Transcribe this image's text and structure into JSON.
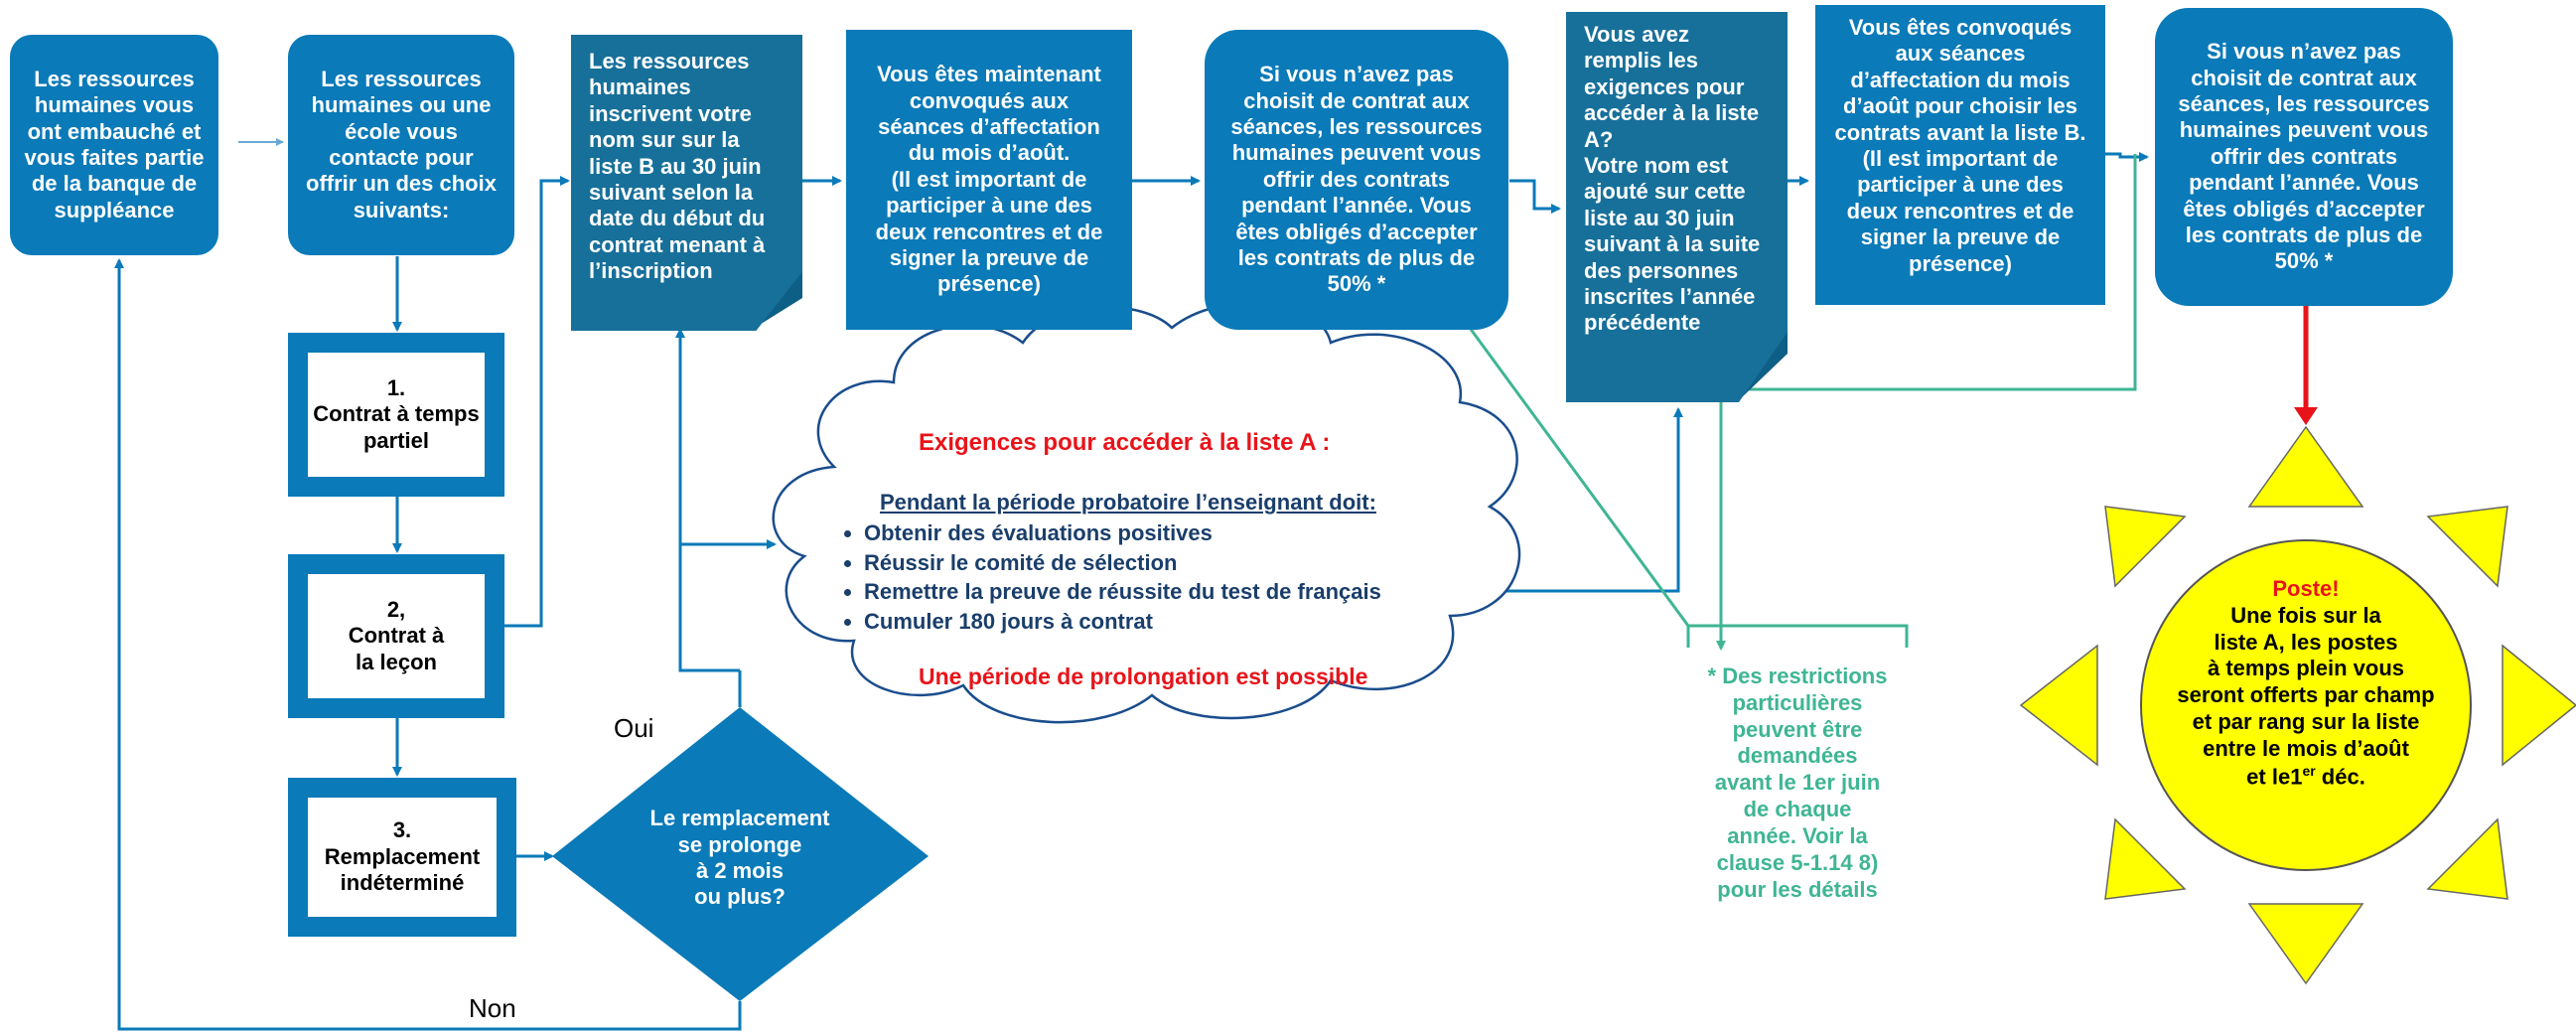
{
  "steps": {
    "s1": "Les ressources\nhumaines vous\nont embauché et\nvous faites partie\nde la banque de\nsuppléance",
    "s2": "Les ressources\nhumaines ou une\nécole vous\ncontacte pour\noffrir un des choix\nsuivants:",
    "s3": "Les ressources\nhumaines\ninscrivent votre\nnom sur sur la\nliste B au 30 juin\nsuivant selon la\ndate du début du\ncontrat menant à\nl’inscription",
    "s4": "Vous êtes maintenant\nconvoqués aux\nséances d’affectation\ndu mois d’août.\n(Il est important de\nparticiper à une des\ndeux rencontres et de\nsigner la preuve de\nprésence)",
    "s5": "Si vous n’avez pas\nchoisit de contrat aux\nséances, les ressources\nhumaines peuvent vous\noffrir des contrats\npendant l’année. Vous\nêtes obligés d’accepter\nles contrats de plus de\n50% *",
    "s6": "Vous avez\nremplis les\nexigences pour\naccéder à la liste\nA?\nVotre nom est\najouté sur cette\nliste  au 30 juin\nsuivant à la suite\ndes personnes\ninscrites l’année\nprécédente",
    "s7": "Vous êtes convoqués\naux séances\nd’affectation du mois\nd’août  pour choisir les\ncontrats avant la liste B.\n(Il est important de\nparticiper à une des\ndeux rencontres et de\nsigner la preuve de\nprésence)",
    "s8": "Si vous n’avez pas\nchoisit de contrat aux\nséances, les ressources\nhumaines peuvent vous\noffrir des contrats\npendant l’année. Vous\nêtes obligés d’accepter\nles contrats de plus de\n50% *"
  },
  "choices": {
    "c1": "1.\nContrat à temps\npartiel",
    "c2": "2,\nContrat à\nla leçon",
    "c3": "3.\nRemplacement\nindéterminé"
  },
  "decision": {
    "question": "Le remplacement\nse prolonge\nà 2 mois\nou plus?",
    "yes": "Oui",
    "no": "Non"
  },
  "cloud": {
    "title": "Exigences pour accéder à la liste A :",
    "subtitle": "Pendant la période probatoire l’enseignant doit:",
    "items": [
      "Obtenir des évaluations positives",
      "Réussir le comité de sélection",
      "Remettre la preuve de réussite du test de français",
      "Cumuler 180 jours à contrat"
    ],
    "footer": "Une période de prolongation est possible"
  },
  "note": "* Des restrictions\nparticulières\npeuvent être\ndemandées\navant le 1er juin\nde chaque\nannée. Voir la\nclause 5-1.14 8)\npour les détails",
  "sun": {
    "title": "Poste!",
    "line1": "Une fois sur la\nliste A, les postes\nà temps plein vous\nseront offerts par champ\net par rang sur la liste\nentre le mois d’août\net le1",
    "sup": "er",
    "line2": " déc."
  },
  "colors": {
    "box": "#0a7ab8",
    "doc": "#17709a",
    "note": "#3fb594",
    "alert": "#e8141a",
    "sun": "#ffff00",
    "cloud_text": "#1a3e6b"
  }
}
